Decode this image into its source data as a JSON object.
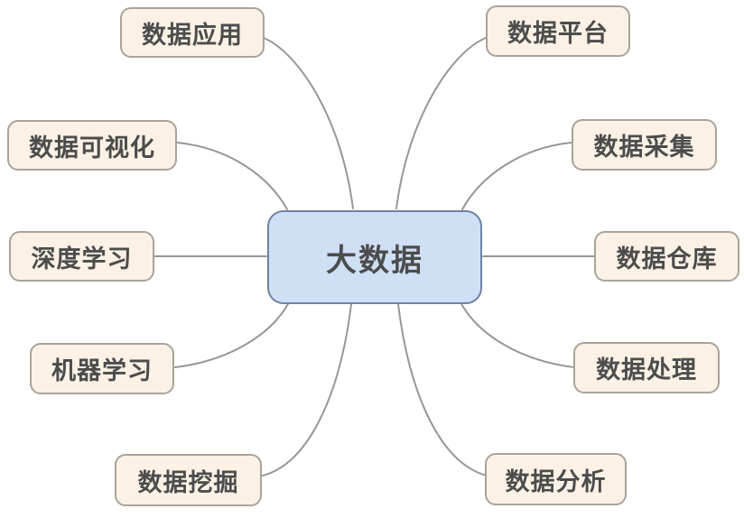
{
  "diagram": {
    "type": "mindmap",
    "center": {
      "id": "big-data",
      "label": "大数据"
    },
    "nodes": [
      {
        "id": "data-application",
        "label": "数据应用",
        "side": "left"
      },
      {
        "id": "data-visualization",
        "label": "数据可视化",
        "side": "left"
      },
      {
        "id": "deep-learning",
        "label": "深度学习",
        "side": "left"
      },
      {
        "id": "machine-learning",
        "label": "机器学习",
        "side": "left"
      },
      {
        "id": "data-mining",
        "label": "数据挖掘",
        "side": "left"
      },
      {
        "id": "data-platform",
        "label": "数据平台",
        "side": "right"
      },
      {
        "id": "data-collection",
        "label": "数据采集",
        "side": "right"
      },
      {
        "id": "data-warehouse",
        "label": "数据仓库",
        "side": "right"
      },
      {
        "id": "data-processing",
        "label": "数据处理",
        "side": "right"
      },
      {
        "id": "data-analysis",
        "label": "数据分析",
        "side": "right"
      }
    ],
    "colors": {
      "background": "#ffffff",
      "center_fill": "#cfe0f6",
      "center_border": "#6e82a2",
      "node_fill": "#fbf1e5",
      "node_border": "#a9a399",
      "connector": "#979797",
      "text": "#4c4c4c"
    }
  }
}
